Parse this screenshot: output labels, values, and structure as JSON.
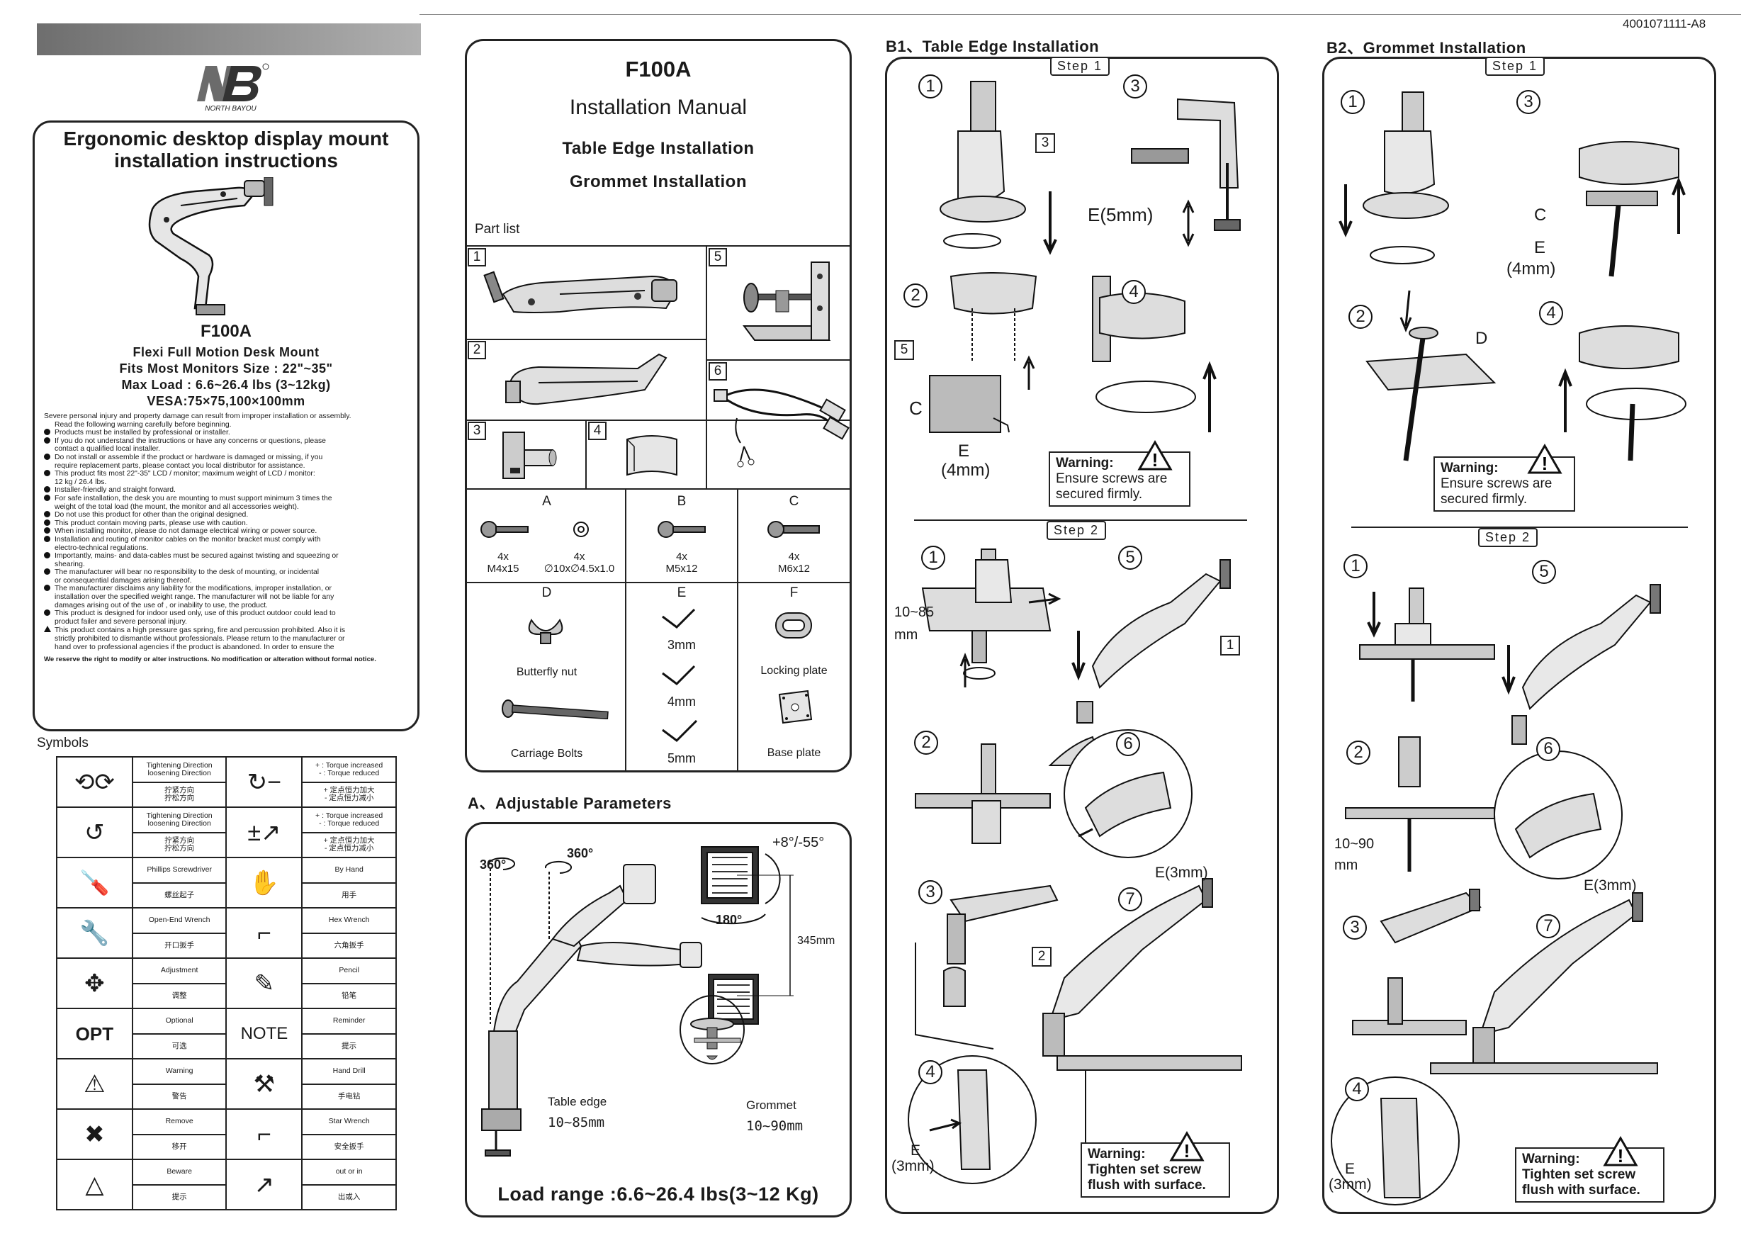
{
  "doc_code": "4001071111-A8",
  "brand": {
    "logo": "NB",
    "name": "NORTH BAYOU"
  },
  "cover": {
    "title_line1": "Ergonomic desktop display mount",
    "title_line2": "installation instructions",
    "model": "F100A",
    "subtitle": "Flexi Full Motion Desk Mount",
    "fits": "Fits Most Monitors Size : 22\"~35\"",
    "max_load": "Max Load : 6.6~26.4 lbs (3~12kg)",
    "vesa": "VESA:75×75,100×100mm"
  },
  "warnings": [
    "Severe personal injury and property damage can result from improper installation or assembly.",
    "Read the following warning carefully before beginning.",
    "Products must be installed by professional or installer.",
    "If you do not understand the instructions or have any concerns or questions, please",
    "contact a qualified local installer.",
    "Do not install or assemble if the product or hardware is damaged or missing, if you",
    "require replacement parts, please contact you local distributor for assistance.",
    "This product fits most 22\"-35\"  LCD  /  monitor; maximum weight of LCD / monitor:",
    "12 kg / 26.4 lbs.",
    "Installer-friendly and straight forward.",
    "For safe installation, the desk you are mounting to must support minimum 3 times the",
    "weight of the total load (the mount, the monitor and all accessories weight).",
    "Do not use this product for other than the original designed.",
    "This product contain moving parts, please use with caution.",
    "When installing monitor, please do not  damage electrical wiring or power source.",
    "Installation and routing of monitor cables on the monitor bracket must comply with",
    "electro-technical regulations.",
    "Importantly, mains- and data-cables must be secured against twisting and squeezing or",
    "shearing.",
    "The manufacturer will bear no responsibility to the desk of mounting, or incidental",
    "or consequential damages arising thereof.",
    "The manufacturer disclaims any liability for the modifications, improper installation, or",
    "installation over the specified weight range. The  manufacturer will not be liable for any",
    "damages arising out of the use of , or inability to use, the product.",
    "This product is designed for indoor used only, use of this product outdoor could lead to",
    "product failer and severe personal injury.",
    "This product contains a high pressure gas spring, fire and percussion prohibited. Also it is",
    "strictly prohibited to dismantle without professionals. Please return to the manufacturer or",
    "hand over to professional agencies if the product is abandoned. In order to ensure the"
  ],
  "reserve_note": "We reserve the right to modify or alter instructions. No modification or alteration without formal notice.",
  "symbols": {
    "title": "Symbols",
    "rows": [
      {
        "l1": "Tightening  Direction",
        "l1b": "loosening  Direction",
        "l2": "拧紧方向",
        "l2b": "拧松方向",
        "r1": "+ : Torque increased",
        "r1b": "- : Torque  reduced",
        "r2": "+  定点恒力加大",
        "r2b": "-  定点恒力减小"
      },
      {
        "l1": "Tightening  Direction",
        "l1b": "loosening  Direction",
        "l2": "拧紧方向",
        "l2b": "拧松方向",
        "r1": "+ : Torque increased",
        "r1b": "- : Torque  reduced",
        "r2": "+  定点恒力加大",
        "r2b": "-  定点恒力减小"
      },
      {
        "l1": "Phillips  Screwdriver",
        "l2": "螺丝起子",
        "r1": "By  Hand",
        "r2": "用手"
      },
      {
        "l1": "Open-End  Wrench",
        "l2": "开口扳手",
        "r1": "Hex  Wrench",
        "r2": "六角扳手"
      },
      {
        "l1": "Adjustment",
        "l2": "调整",
        "r1": "Pencil",
        "r2": "铅笔"
      },
      {
        "l1": "Optional",
        "l2": "可选",
        "r1": "Reminder",
        "r2": "提示"
      },
      {
        "l1": "Warning",
        "l2": "警告",
        "r1": "Hand  Drill",
        "r2": "手电钻"
      },
      {
        "l1": "Remove",
        "l2": "移开",
        "r1": "Star  Wrench",
        "r2": "安全扳手"
      },
      {
        "l1": "Beware",
        "l2": "提示",
        "r1": "out or in",
        "r2": "出或入"
      }
    ],
    "opt_label": "OPT",
    "note_label": "NOTE"
  },
  "manual": {
    "model": "F100A",
    "title": "Installation Manual",
    "sub1": "Table Edge Installation",
    "sub2": "Grommet Installation",
    "part_list": "Part list",
    "parts": [
      "1",
      "2",
      "3",
      "4",
      "5",
      "6"
    ],
    "hardware": [
      {
        "key": "A",
        "items": [
          {
            "q": "4x",
            "s": "M4x15"
          },
          {
            "q": "4x",
            "s": "∅10x∅4.5x1.0"
          }
        ]
      },
      {
        "key": "B",
        "items": [
          {
            "q": "4x",
            "s": "M5x12"
          }
        ]
      },
      {
        "key": "C",
        "items": [
          {
            "q": "4x",
            "s": "M6x12"
          }
        ]
      }
    ],
    "d_key": "D",
    "d_label1": "Butterfly nut",
    "d_label2": "Carriage Bolts",
    "e_key": "E",
    "e_sizes": [
      "3mm",
      "4mm",
      "5mm"
    ],
    "f_key": "F",
    "f_label1": "Locking plate",
    "f_label2": "Base plate"
  },
  "params": {
    "title": "A、Adjustable Parameters",
    "rot1": "360°",
    "rot2": "360°",
    "tilt": "+8°/-55°",
    "rot3": "180°",
    "height": "345mm",
    "table_edge": "Table edge",
    "table_range": "10~85mm",
    "grommet": "Grommet",
    "grommet_range": "10~90mm",
    "load": "Load range :6.6~26.4 Ibs(3~12 Kg)"
  },
  "b1": {
    "title": "B1、Table Edge  Installation",
    "step1": "Step 1",
    "step2": "Step 2",
    "e5": "E(5mm)",
    "e4": "E",
    "e4b": "(4mm)",
    "c": "C",
    "warn_title": "Warning:",
    "warn1a": "Ensure screws are",
    "warn1b": "secured firmly.",
    "range": "10~85",
    "range_unit": "mm",
    "e3": "E(3mm)",
    "e3b": "E",
    "e3c": "(3mm)",
    "warn2a": "Tighten set screw",
    "warn2b": "flush with surface.",
    "labels": [
      "3",
      "5",
      "1",
      "2"
    ]
  },
  "b2": {
    "title": "B2、Grommet Installation",
    "step1": "Step 1",
    "step2": "Step 2",
    "c": "C",
    "e4": "E",
    "e4b": "(4mm)",
    "d": "D",
    "warn_title": "Warning:",
    "warn1a": "Ensure screws are",
    "warn1b": "secured firmly.",
    "range": "10~90",
    "range_unit": "mm",
    "e3": "E(3mm)",
    "e3b": "E",
    "e3c": "(3mm)",
    "warn2a": "Tighten set screw",
    "warn2b": "flush with surface."
  },
  "nums": [
    "1",
    "2",
    "3",
    "4",
    "5",
    "6",
    "7"
  ]
}
